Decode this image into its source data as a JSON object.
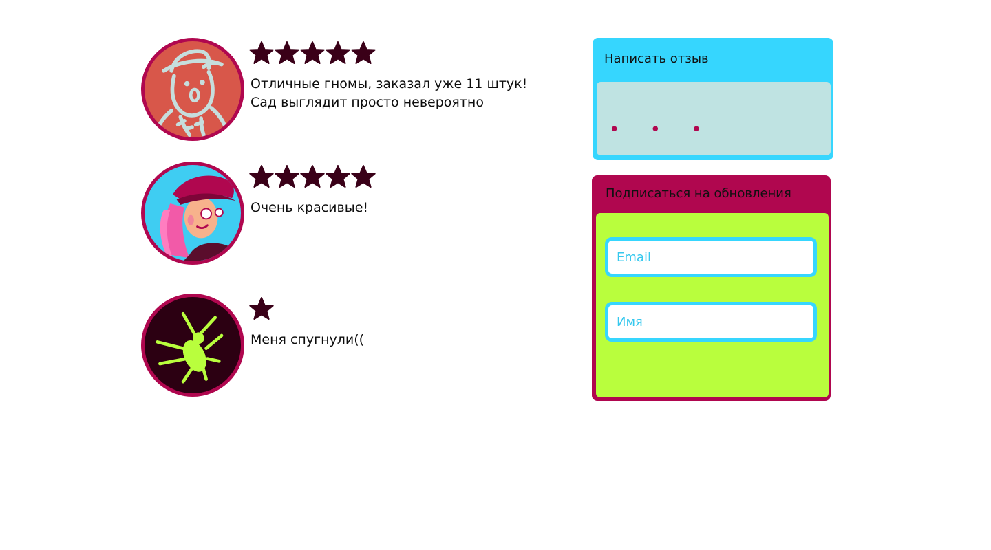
{
  "reviews": [
    {
      "rating": 5,
      "text": "Отличные гномы, заказал уже 11 штук!\nСад выглядит просто невероятно",
      "avatar_icon": "gnome-icon"
    },
    {
      "rating": 5,
      "text": "Очень красивые!",
      "avatar_icon": "witch-icon"
    },
    {
      "rating": 1,
      "text": "Меня спугнули((",
      "avatar_icon": "bug-icon"
    }
  ],
  "write_review": {
    "title": "Написать отзыв",
    "dots": "• • •"
  },
  "subscribe": {
    "title": "Подписаться на обновления",
    "email_placeholder": "Email",
    "name_placeholder": "Имя"
  },
  "colors": {
    "accent_magenta": "#b0074f",
    "accent_cyan": "#36d6fe",
    "accent_lime": "#b9fe3d",
    "star_color": "#3a0018"
  }
}
